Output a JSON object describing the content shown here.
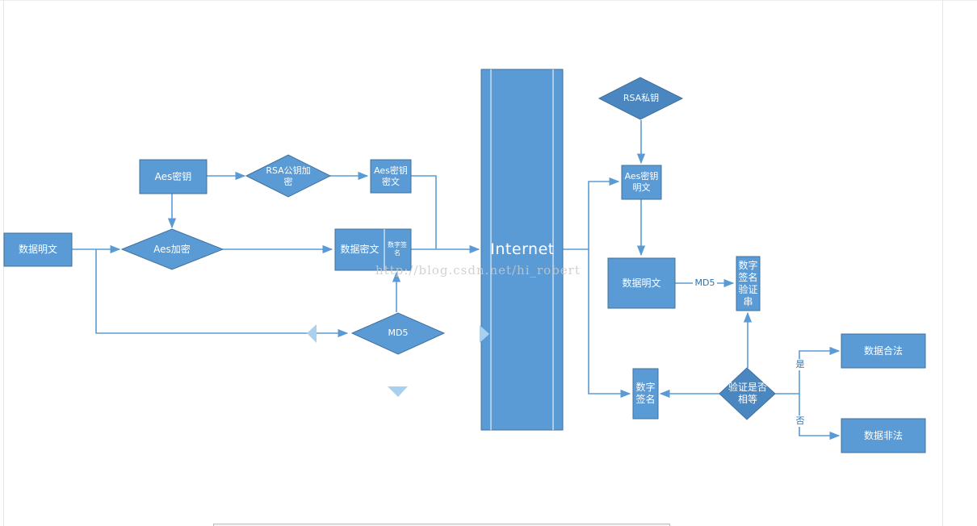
{
  "nodes": {
    "data_plain_left": "数据明文",
    "aes_key": "Aes密钥",
    "aes_encrypt": "Aes加密",
    "rsa_pub_encrypt": "RSA公钥加密",
    "aes_key_cipher": "Aes密钥密文",
    "data_cipher": "数据密文",
    "digital_sig_left": "数字签名",
    "md5_left": "MD5",
    "internet": "Internet",
    "rsa_private": "RSA私钥",
    "aes_key_plain": "Aes密钥明文",
    "data_plain_right": "数据明文",
    "sig_verify_string": "数字签名验证串",
    "verify_equal": "验证是否相等",
    "digital_sig_right": "数字签名",
    "data_legal": "数据合法",
    "data_illegal": "数据非法"
  },
  "edge_labels": {
    "md5": "MD5",
    "yes": "是",
    "no": "否"
  },
  "watermark": "http://blog.csdn.net/hi_robert",
  "colors": {
    "box_fill": "#5b9bd5",
    "box_border": "#41719c",
    "connector": "#5b9bd5",
    "diamond_dark": "#4a86bf"
  }
}
